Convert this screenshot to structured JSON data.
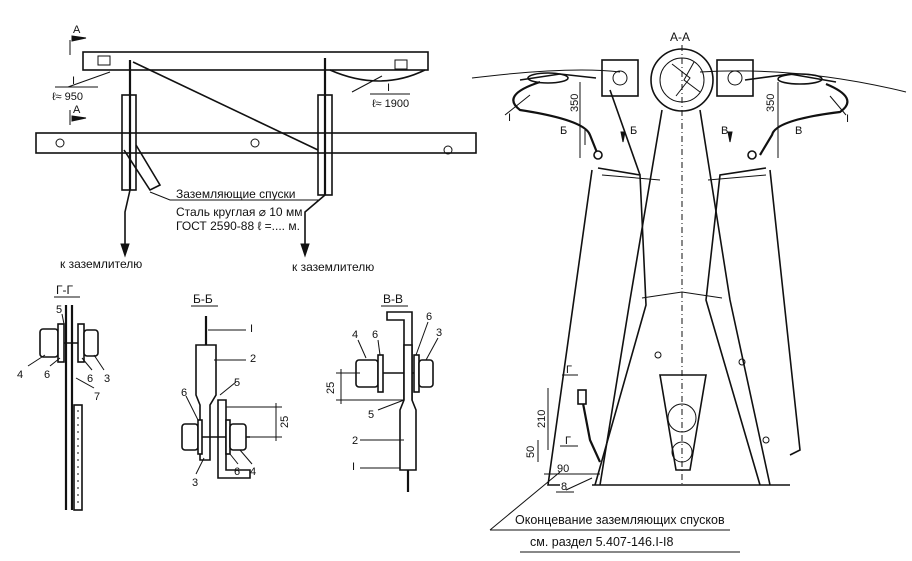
{
  "top_view": {
    "section_mark_a_top": "А",
    "section_mark_a_bottom": "А",
    "wire_i_left": "I",
    "len_left": "ℓ≈ 950",
    "wire_i_right": "I",
    "len_right": "ℓ≈ 1900",
    "caption_line1": "Заземляющие спуски",
    "caption_line2": "Сталь круглая ⌀ 10 мм",
    "caption_line3": "ГОСТ 2590-88 ℓ =.... м.",
    "to_ground_left": "к заземлителю",
    "to_ground_right": "к заземлителю"
  },
  "section_gg": {
    "title": "Г-Г",
    "n5": "5",
    "n4": "4",
    "n6a": "6",
    "n6b": "6",
    "n3": "3",
    "n7": "7"
  },
  "section_bb": {
    "title": "Б-Б",
    "n1": "I",
    "n2": "2",
    "n5": "5",
    "n6a": "6",
    "n25": "25",
    "n3": "3",
    "n6b": "6",
    "n4": "4"
  },
  "section_vv": {
    "title": "В-В",
    "n4": "4",
    "n6a": "6",
    "n6b": "6",
    "n3": "3",
    "n25": "25",
    "n5": "5",
    "n2": "2",
    "n1": "I"
  },
  "view_aa": {
    "title": "А-А",
    "dim_350_left": "350",
    "dim_350_right": "350",
    "mark_b_left1": "Б",
    "mark_b_left2": "Б",
    "mark_v_right1": "В",
    "mark_v_right2": "В",
    "wire_i_left": "I",
    "wire_i_right": "I",
    "mark_g_top": "Г",
    "mark_g_bottom": "Г",
    "dim_210": "210",
    "dim_50": "50",
    "dim_90": "90",
    "n8": "8"
  },
  "footer": {
    "line1": "Оконцевание заземляющих спусков",
    "line2": "см. раздел 5.407-146.I-I8"
  }
}
